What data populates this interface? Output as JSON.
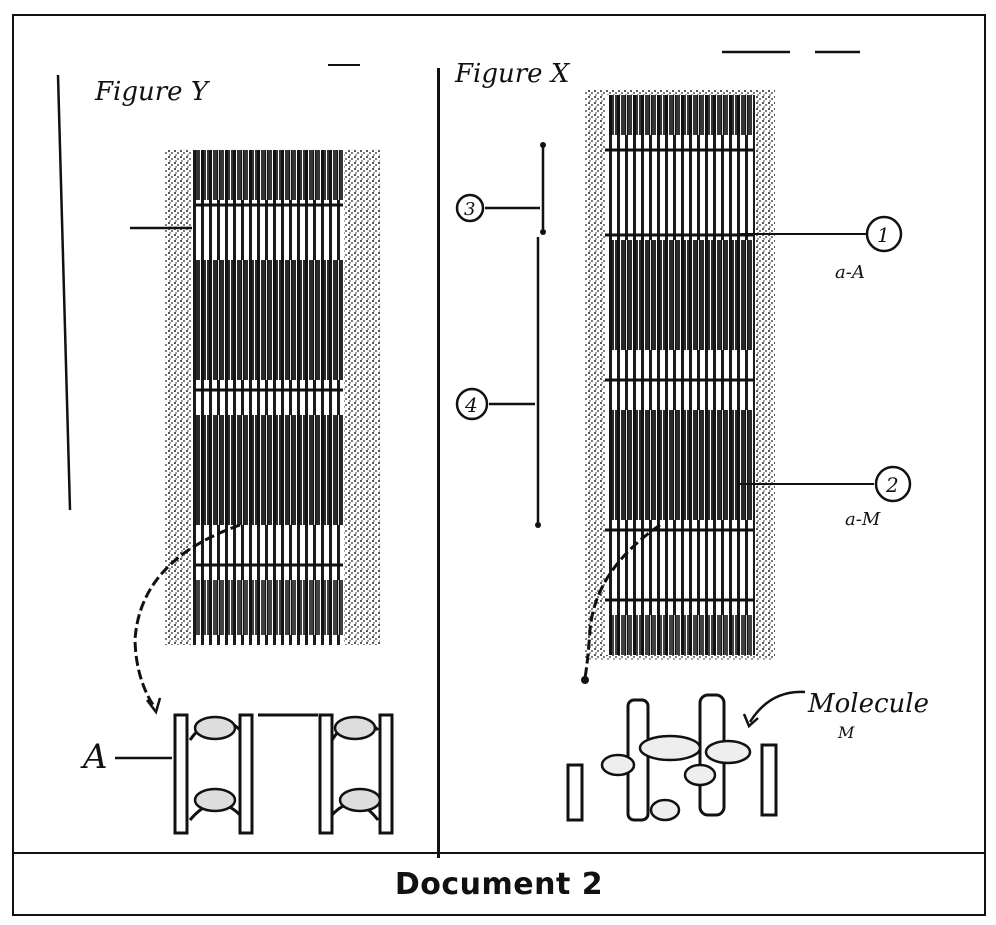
{
  "figure_y": {
    "title": "Figure Y",
    "label_a": "A"
  },
  "figure_x": {
    "title": "Figure X",
    "label_1": "1",
    "label_1_sub": "a-A",
    "label_2": "2",
    "label_2_sub": "a-M",
    "label_3": "3",
    "label_4": "4",
    "molecule_label": "Molecule",
    "molecule_sub": "M"
  },
  "caption": "Document 2",
  "colors": {
    "ink": "#111111",
    "paper": "#ffffff"
  }
}
